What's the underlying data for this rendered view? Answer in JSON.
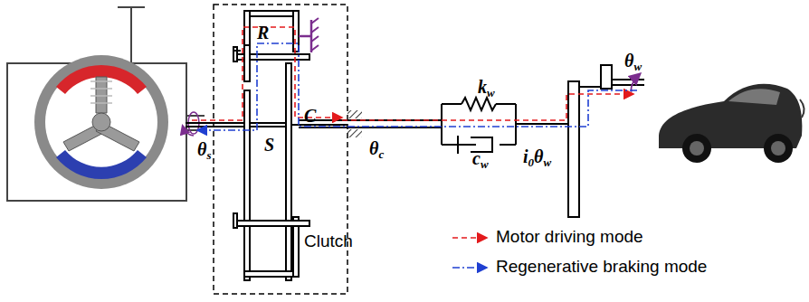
{
  "diagram": {
    "labels": [
      "R",
      "S",
      "C",
      "Clutch",
      "θs",
      "θc",
      "kw",
      "cw",
      "i0θw",
      "θw"
    ],
    "legend": [
      {
        "text": "Motor driving mode"
      },
      {
        "text": "Regenerative braking mode"
      }
    ]
  }
}
